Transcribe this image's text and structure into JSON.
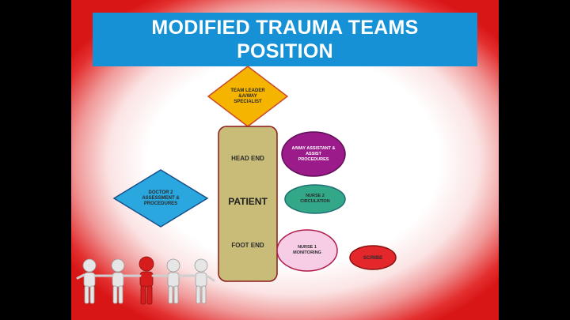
{
  "title": {
    "line1": "MODIFIED TRAUMA TEAMS",
    "line2": "POSITION"
  },
  "nodes": {
    "team_leader": "TEAM LEADER &A/WAY SPECIALIST",
    "doctor2": "DOCTOR 2 ASSESSMENT & PROCEDURES",
    "head_end": "HEAD END",
    "patient": "PATIENT",
    "foot_end": "FOOT END",
    "airway_assistant": "A/WAY ASSISTANT & ASSIST PROCEDURES",
    "nurse2": "NURSE 2 CIRCULATION",
    "nurse1": "NURSE 1 MONITORING",
    "scribe": "SCRIBE"
  },
  "colors": {
    "title_bg": "#1791d6",
    "team_leader": "#f4b400",
    "doctor2": "#2aa7df",
    "patient_bed": "#c9bb78",
    "airway_assistant": "#9c1b8a",
    "nurse2": "#33a889",
    "nurse1": "#f7cde6",
    "scribe": "#e3272b",
    "figure_leader": "#d61c1c",
    "figure_others": "#e8e8e8"
  }
}
